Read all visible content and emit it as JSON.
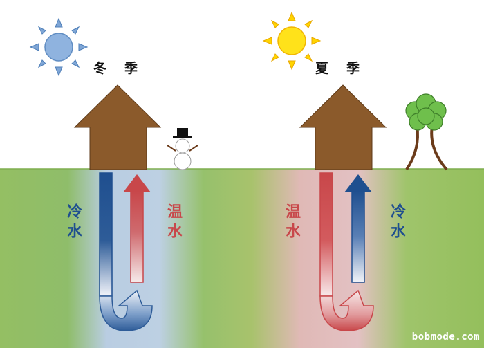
{
  "winter": {
    "season_label": "冬季",
    "cold_water_label": "冷水",
    "warm_water_label": "温水",
    "sun_color": "#8fb3df",
    "decoration": "snowman-icon"
  },
  "summer": {
    "season_label": "夏季",
    "warm_water_label": "温水",
    "cold_water_label": "冷水",
    "sun_color": "#ffd400",
    "decoration": "tree-icon"
  },
  "colors": {
    "house": "#8b5a2b",
    "ground": "#9dc46a",
    "cold_pipe": "#1f4f8f",
    "warm_pipe": "#c8474a"
  },
  "watermark": "bobmode.com"
}
